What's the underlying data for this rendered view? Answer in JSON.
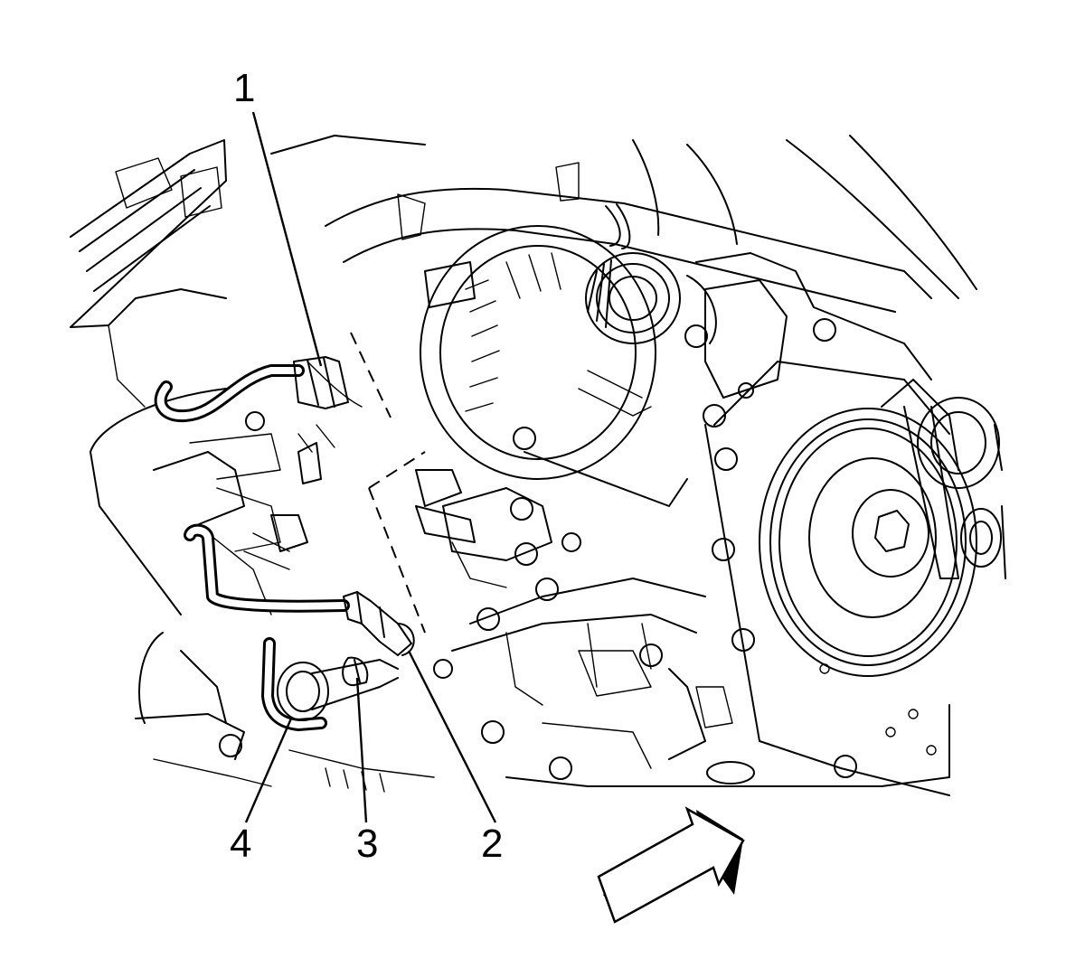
{
  "callouts": [
    {
      "id": "1",
      "label": "1"
    },
    {
      "id": "2",
      "label": "2"
    },
    {
      "id": "3",
      "label": "3"
    },
    {
      "id": "4",
      "label": "4"
    }
  ],
  "colors": {
    "line": "#000000",
    "background": "#ffffff"
  },
  "icons": {
    "direction_arrow": "vehicle-front-arrow-icon"
  }
}
